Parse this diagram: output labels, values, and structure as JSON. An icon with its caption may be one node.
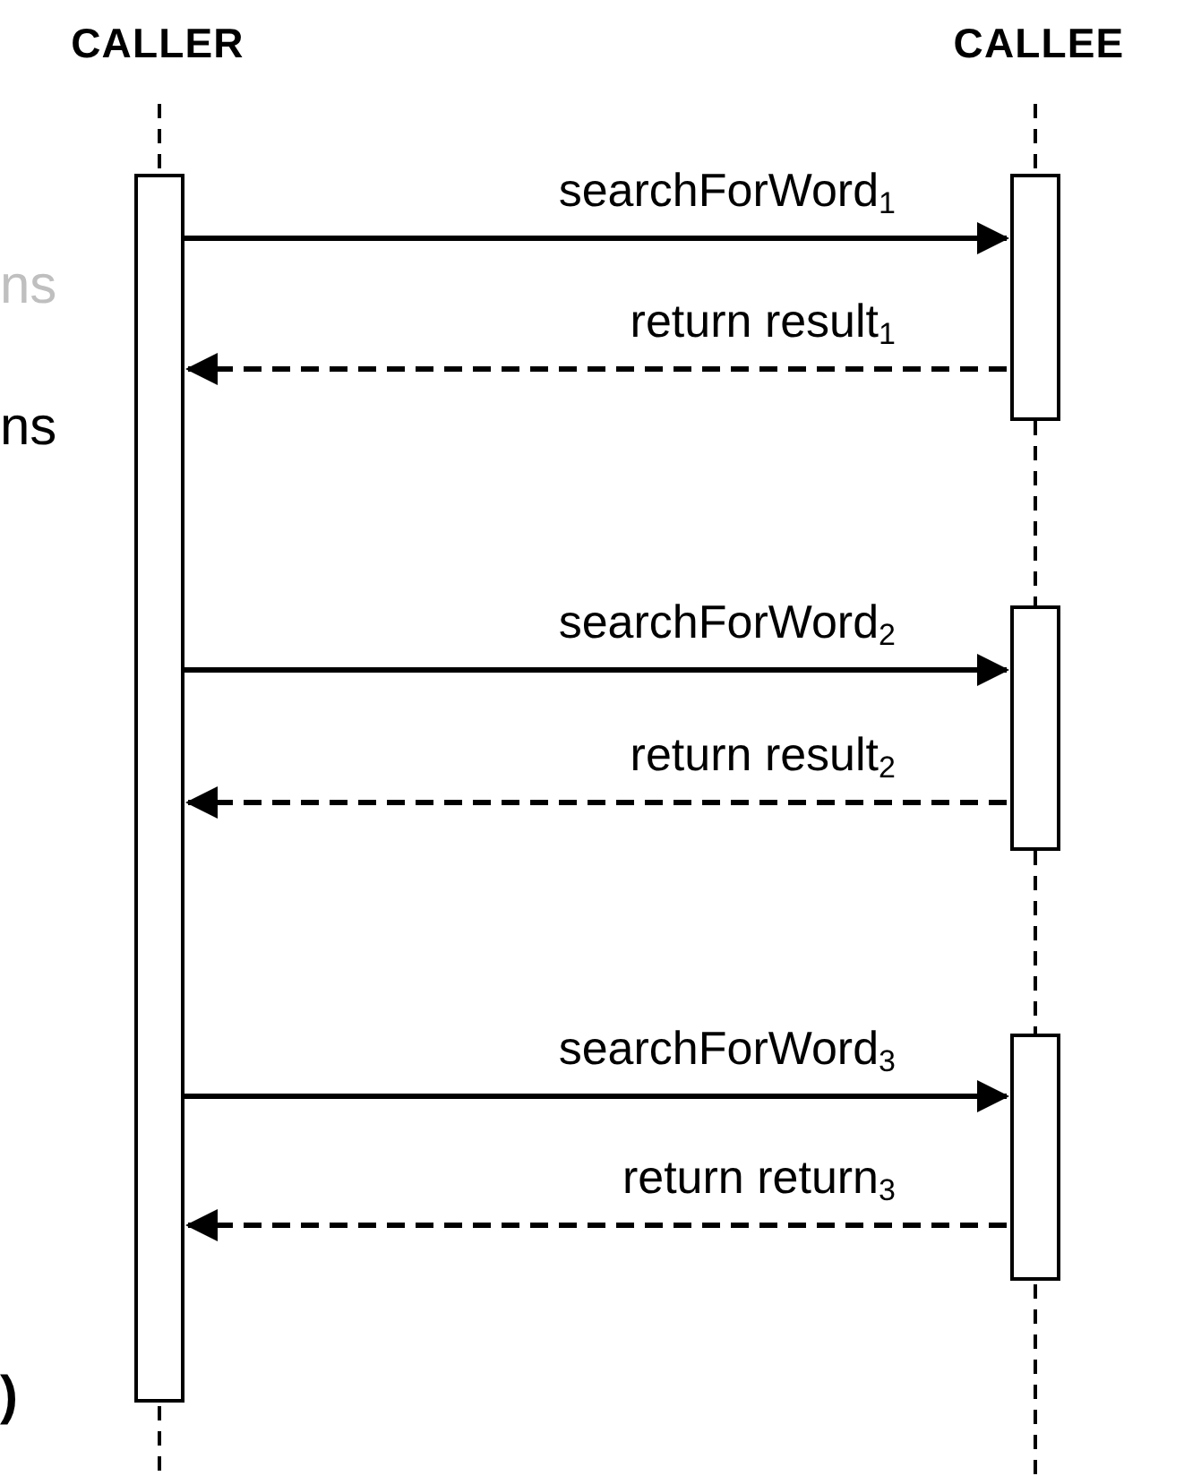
{
  "diagram": {
    "nodes": [
      {
        "text": [
          "CALLER"
        ]
      },
      {
        "text": [
          "CALLEE"
        ]
      },
      {
        "text": [],
        "shape": "box"
      },
      {
        "text": [],
        "shape": "box"
      },
      {
        "text": [],
        "shape": "box"
      },
      {
        "text": [],
        "shape": "box"
      }
    ],
    "edges": [
      {
        "from": 0,
        "to": 2,
        "arrow": "none",
        "style": "dashed"
      },
      {
        "from": 1,
        "to": 3,
        "arrow": "none",
        "style": "dashed"
      },
      {
        "from": 3,
        "to": 4,
        "arrow": "none",
        "style": "dashed"
      },
      {
        "from": 4,
        "to": 5,
        "arrow": "none",
        "style": "dashed"
      },
      {
        "from": 2,
        "to": 3,
        "arrow": "to",
        "label": "searchForWord$_{1}$"
      },
      {
        "from": 3,
        "to": 2,
        "arrow": "to",
        "label": "return result$_{1}$",
        "style": "dashed"
      },
      {
        "from": 2,
        "to": 4,
        "arrow": "to",
        "label": "searchForWord$_{2}$"
      },
      {
        "from": 4,
        "to": 2,
        "arrow": "to",
        "label": "return result$_{2}$",
        "style": "dashed"
      },
      {
        "from": 2,
        "to": 5,
        "arrow": "to",
        "label": "searchForWord$_{3}$"
      },
      {
        "from": 5,
        "to": 2,
        "arrow": "to",
        "label": "return return$_{3}$",
        "style": "dashed"
      }
    ],
    "labels": [
      "ns",
      "ns",
      ")"
    ]
  }
}
